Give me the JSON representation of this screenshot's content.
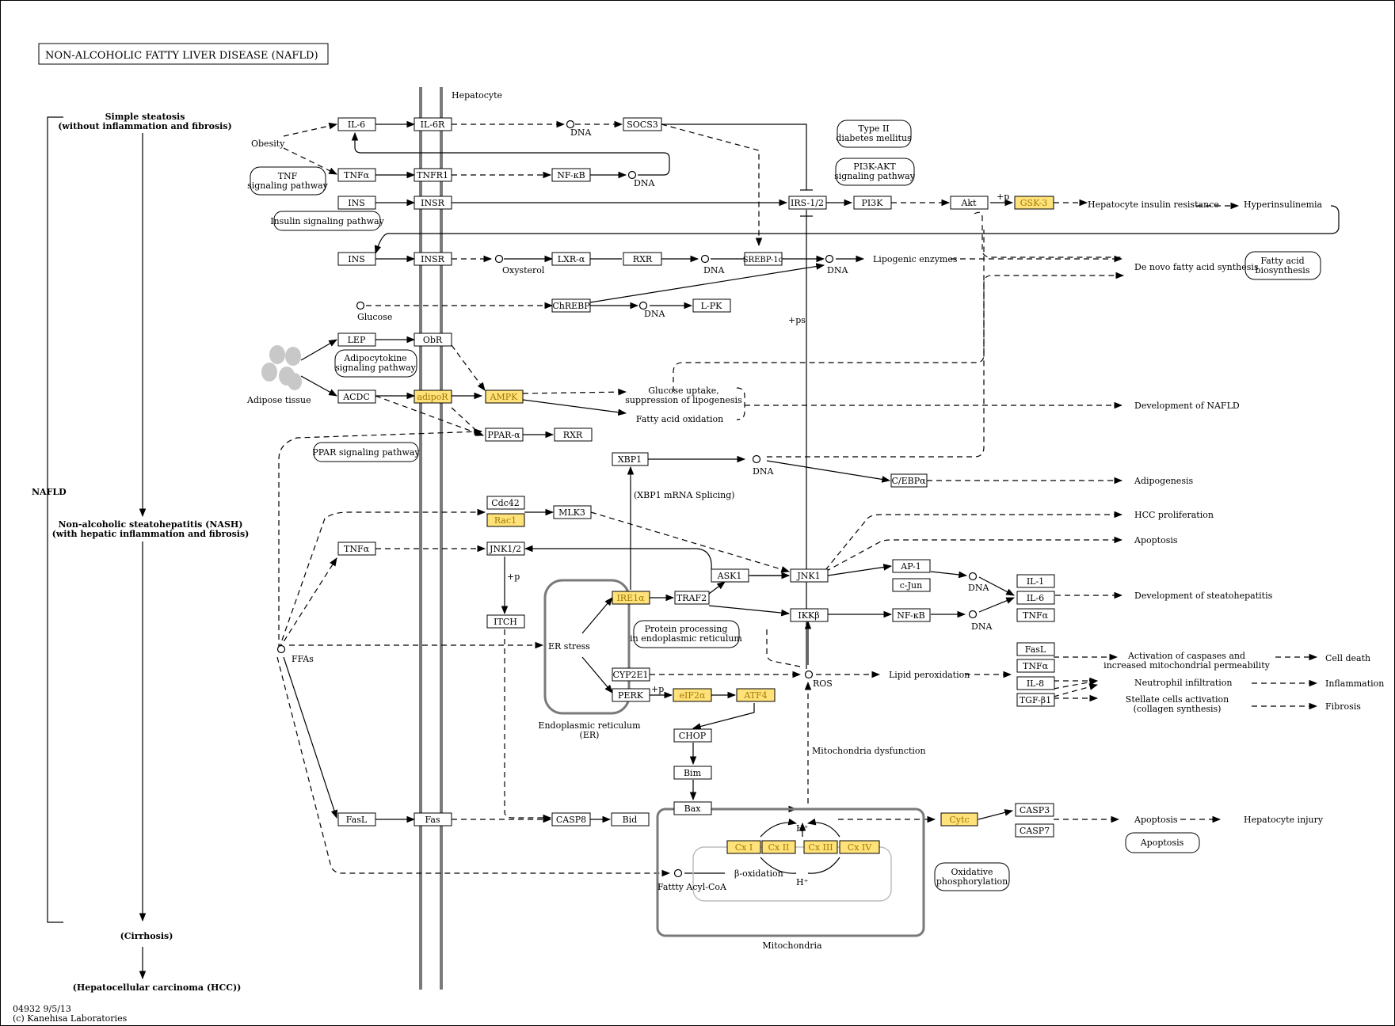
{
  "title": "NON-ALCOHOLIC FATTY LIVER DISEASE (NAFLD)",
  "colors": {
    "highlight": "#ffe27a",
    "highlight_text": "#a07800",
    "line": "#000000",
    "membrane": "#7a7a7a"
  },
  "footer": {
    "id": "04932 9/5/13",
    "copyright": "(c) Kanehisa Laboratories"
  },
  "stages": {
    "nafld": "NAFLD",
    "simple_1": "Simple steatosis",
    "simple_2": "(without inflammation and fibrosis)",
    "nash_1": "Non-alcoholic steatohepatitis (NASH)",
    "nash_2": "(with hepatic inflammation and fibrosis)",
    "cirrhosis": "(Cirrhosis)",
    "hcc": "(Hepatocellular carcinoma (HCC))"
  },
  "labels": {
    "hepatocyte": "Hepatocyte",
    "obesity": "Obesity",
    "oxysterol": "Oxysterol",
    "glucose": "Glucose",
    "adipose": "Adipose tissue",
    "ffas": "FFAs",
    "dna": "DNA",
    "lipogenic": "Lipogenic enzymes",
    "plus_ps": "+ps",
    "plus_p": "+p",
    "glucose_uptake_1": "Glucose uptake,",
    "glucose_uptake_2": "suppression of lipogenesis",
    "fa_oxidation": "Fatty acid oxidation",
    "xbp1_splicing": "(XBP1 mRNA Splicing)",
    "er_stress": "ER stress",
    "er_1": "Endoplasmic reticulum",
    "er_2": "(ER)",
    "ros": "ROS",
    "lipid_perox": "Lipid  peroxidation",
    "mito_dysfunction": "Mitochondria dysfunction",
    "mitochondria": "Mitochondria",
    "fatty_acyl": "Fattty Acyl-CoA",
    "beta_ox": "β-oxidation",
    "h_plus": "H⁺",
    "hep_insulin_res": "Hepatocyte insulin resistance",
    "hyperinsulinemia": "Hyperinsulinemia",
    "de_novo": "De novo fatty acid synthesis",
    "dev_nafld": "Development of NAFLD",
    "adipogenesis": "Adipogenesis",
    "hcc_prolif": "HCC proliferation",
    "apoptosis": "Apoptosis",
    "dev_steato": "Development of steatohepatitis",
    "casp_act_1": "Activation of caspases and",
    "casp_act_2": "increased mitochondrial permeability",
    "cell_death": "Cell death",
    "neutrophil": "Neutrophil infiltration",
    "inflammation": "Inflammation",
    "stellate_1": "Stellate cells activation",
    "stellate_2": "(collagen synthesis)",
    "fibrosis": "Fibrosis",
    "hep_injury": "Hepatocyte injury"
  },
  "pathways": {
    "tnf_1": "TNF",
    "tnf_2": "signaling pathway",
    "insulin": "Insulin signaling pathway",
    "t2d_1": "Type II",
    "t2d_2": "diabetes mellitus",
    "pi3k_1": "PI3K-AKT",
    "pi3k_2": "signaling pathway",
    "fab_1": "Fatty acid",
    "fab_2": "biosynthesis",
    "adipo_1": "Adipocytokine",
    "adipo_2": "signaling pathway",
    "ppar": "PPAR signaling pathway",
    "protein_1": "Protein processing",
    "protein_2": "in endoplasmic reticulum",
    "apoptosis": "Apoptosis",
    "oxphos_1": "Oxidative",
    "oxphos_2": "phosphorylation"
  },
  "genes": {
    "il6": "IL-6",
    "il6r": "IL-6R",
    "socs3": "SOCS3",
    "tnfa1": "TNFα",
    "tnfr1": "TNFR1",
    "nfkb1": "NF-κB",
    "ins1": "INS",
    "insr1": "INSR",
    "irs": "IRS-1/2",
    "pi3k": "PI3K",
    "akt": "Akt",
    "gsk3": "GSK-3",
    "ins2": "INS",
    "insr2": "INSR",
    "lxra": "LXR-α",
    "rxr1": "RXR",
    "srebp": "SREBP-1c",
    "chrebp": "ChREBP",
    "lpk": "L-PK",
    "lep": "LEP",
    "obr": "ObR",
    "acdc": "ACDC",
    "adipor": "adipoR",
    "ampk": "AMPK",
    "ppara": "PPAR-α",
    "rxr2": "RXR",
    "xbp1": "XBP1",
    "cebpa": "C/EBPα",
    "cdc42": "Cdc42",
    "rac1": "Rac1",
    "mlk3": "MLK3",
    "tnfa2": "TNFα",
    "jnk12": "JNK1/2",
    "ask1": "ASK1",
    "jnk1": "JNK1",
    "itch": "ITCH",
    "ire1a": "IRE1α",
    "traf2": "TRAF2",
    "ap1": "AP-1",
    "cjun": "c-Jun",
    "ikkb": "IKKβ",
    "nfkb2": "NF-κB",
    "il1": "IL-1",
    "il6b": "IL-6",
    "tnfa3": "TNFα",
    "cyp2e1": "CYP2E1",
    "perk": "PERK",
    "eif2a": "eIF2α",
    "atf4": "ATF4",
    "chop": "CHOP",
    "bim": "Bim",
    "bax": "Bax",
    "fasl1": "FasL",
    "tnfa4": "TNFα",
    "il8": "IL-8",
    "tgfb1": "TGF-β1",
    "fasl2": "FasL",
    "fas": "Fas",
    "casp8": "CASP8",
    "bid": "Bid",
    "cytc": "Cytc",
    "casp3": "CASP3",
    "casp7": "CASP7",
    "cx1": "Cx I",
    "cx2": "Cx II",
    "cx3": "Cx III",
    "cx4": "Cx IV"
  }
}
